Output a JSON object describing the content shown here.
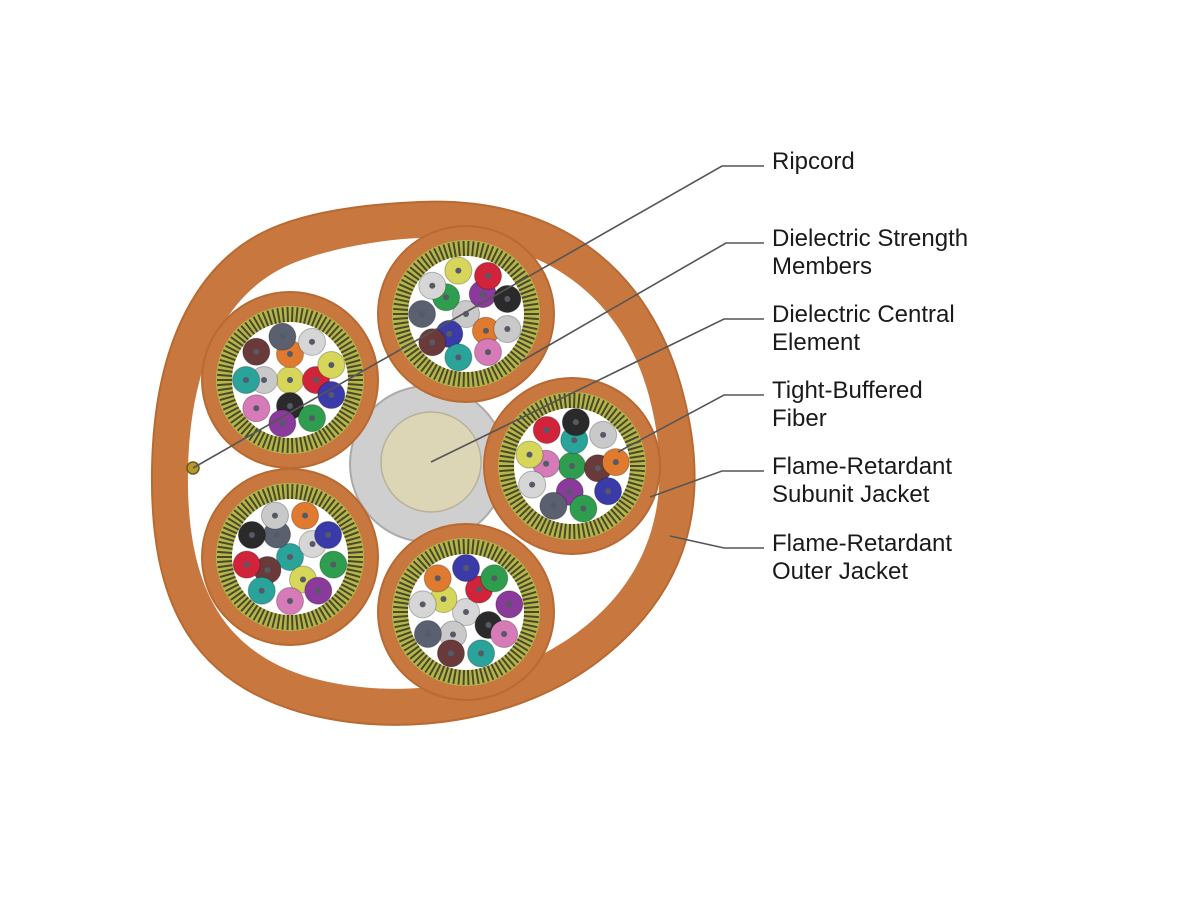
{
  "callouts": [
    {
      "id": "ripcord",
      "lines": [
        "Ripcord"
      ]
    },
    {
      "id": "strength",
      "lines": [
        "Dielectric Strength",
        "Members"
      ]
    },
    {
      "id": "central",
      "lines": [
        "Dielectric Central",
        "Element"
      ]
    },
    {
      "id": "fiber",
      "lines": [
        "Tight-Buffered",
        "Fiber"
      ]
    },
    {
      "id": "subunit",
      "lines": [
        "Flame-Retardant",
        "Subunit Jacket"
      ]
    },
    {
      "id": "outer",
      "lines": [
        "Flame-Retardant",
        "Outer Jacket"
      ]
    }
  ],
  "colors": {
    "jacket": "#c8783e",
    "jacket_edge": "#b86a32",
    "central_outer": "#cfcfcf",
    "central_inner": "#dcd6b6",
    "yarn_dark": "#4a4a2a",
    "yarn_light": "#b4b54a",
    "leader": "#555555",
    "fiber_palette": [
      "#d6d65a",
      "#d1243a",
      "#2a2a2a",
      "#c9c9c9",
      "#e07a2e",
      "#3a3aa8",
      "#2e9e4e",
      "#8a3a9a",
      "#d67ab8",
      "#2aa39a",
      "#6a3a3a",
      "#5a6070",
      "#d6d6d6"
    ]
  }
}
